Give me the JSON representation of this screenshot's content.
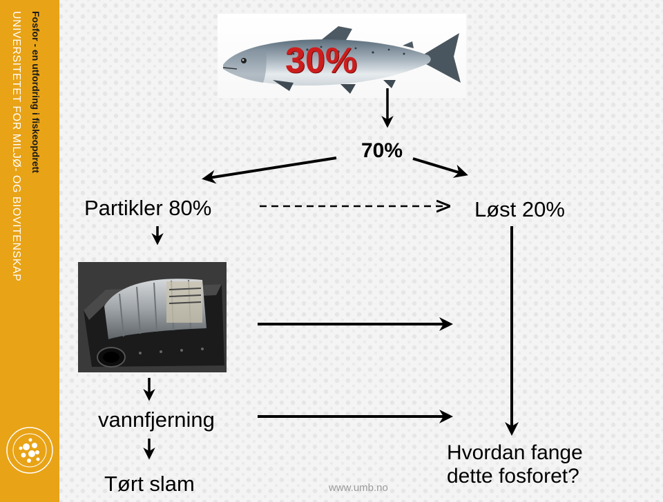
{
  "sidebar": {
    "institution": "UNIVERSITETET FOR MILJØ- OG BIOVITENSKAP",
    "topic": "Fosfor - en utfordring i fiskeopdrett",
    "color": "#e8a317"
  },
  "diagram": {
    "fish_percent": "30%",
    "middle_percent": "70%",
    "particles_label": "Partikler 80%",
    "dissolved_label": "Løst 20%",
    "dewatering_label": "vannfjerning",
    "dried_sludge_label": "Tørt slam",
    "question_line1": "Hvordan fange",
    "question_line2": "dette fosforet?",
    "highlight_color": "#cc1d1d"
  },
  "footer": {
    "url": "www.umb.no"
  }
}
